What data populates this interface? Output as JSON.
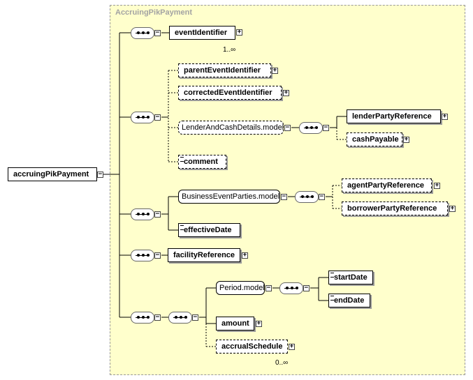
{
  "group": {
    "title": "AccruingPikPayment"
  },
  "root": {
    "label": "accruingPikPayment"
  },
  "elements": {
    "eventIdentifier": "eventIdentifier",
    "eventIdentifier_card": "1..∞",
    "parentEventIdentifier": "parentEventIdentifier",
    "correctedEventIdentifier": "correctedEventIdentifier",
    "lenderAndCashModel": "LenderAndCashDetails.model",
    "lenderPartyReference": "lenderPartyReference",
    "cashPayable": "cashPayable",
    "comment": "comment",
    "businessEventPartiesModel": "BusinessEventParties.model",
    "agentPartyReference": "agentPartyReference",
    "borrowerPartyReference": "borrowerPartyReference",
    "effectiveDate": "effectiveDate",
    "facilityReference": "facilityReference",
    "periodModel": "Period.model",
    "startDate": "startDate",
    "endDate": "endDate",
    "amount": "amount",
    "accrualSchedule": "accrualSchedule",
    "accrualSchedule_card": "0..∞"
  },
  "icons": {
    "expand": "+",
    "collapse": "−"
  },
  "colors": {
    "group_bg": "#ffffcc",
    "group_border": "#999999",
    "title": "#a3a3a3"
  }
}
